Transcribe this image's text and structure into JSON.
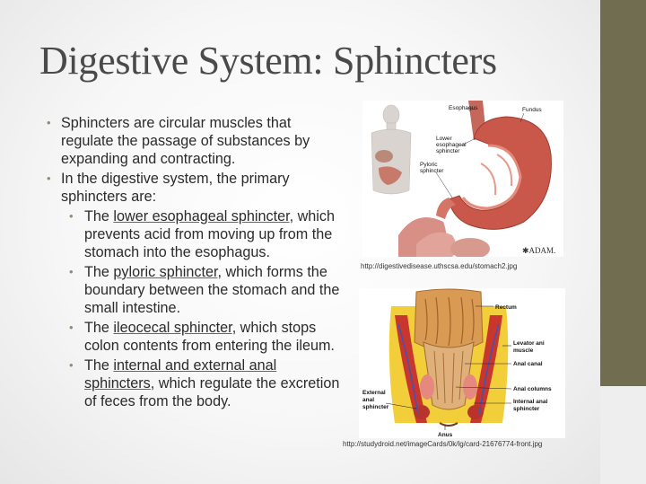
{
  "slide": {
    "title": "Digestive System: Sphincters",
    "bullets": [
      {
        "text": "Sphincters are circular muscles that regulate the passage of substances by expanding and contracting."
      },
      {
        "text": "In the digestive system, the primary sphincters are:"
      }
    ],
    "sub_bullets": [
      {
        "term": "lower esophageal sphincter",
        "prefix": "The ",
        "rest": ", which prevents acid from moving up from the stomach into the esophagus."
      },
      {
        "term": "pyloric sphincter",
        "prefix": "The ",
        "rest": ", which forms the boundary between the stomach and the small intestine."
      },
      {
        "term": "ileocecal sphincter",
        "prefix": "The ",
        "rest": ", which stops colon contents from entering the ileum."
      },
      {
        "term": "internal and external anal sphincters",
        "prefix": "The ",
        "rest": ", which regulate the excretion of feces from the body."
      }
    ]
  },
  "figure1": {
    "labels": {
      "esophagus": "Esophagus",
      "fundus": "Fundus",
      "les_1": "Lower",
      "les_2": "esophageal",
      "les_3": "sphincter",
      "pyloric_1": "Pyloric",
      "pyloric_2": "sphincter",
      "brand": "✱ADAM."
    },
    "credit": "http://digestivedisease.uthscsa.edu/stomach2.jpg"
  },
  "figure2": {
    "labels": {
      "rectum": "Rectum",
      "levator_1": "Levator ani",
      "levator_2": "muscle",
      "anal_canal": "Anal canal",
      "anal_columns": "Anal columns",
      "internal_1": "Internal anal",
      "internal_2": "sphincter",
      "external_1": "External",
      "external_2": "anal",
      "external_3": "sphincter",
      "anus": "Anus"
    },
    "credit": "http://studydroid.net/imageCards/0k/lg/card-21676774-front.jpg"
  },
  "colors": {
    "background_band": "#716d50",
    "title": "#4a4a4a",
    "bullet_marker": "#8e8e72",
    "tissue": "#c9584a"
  }
}
